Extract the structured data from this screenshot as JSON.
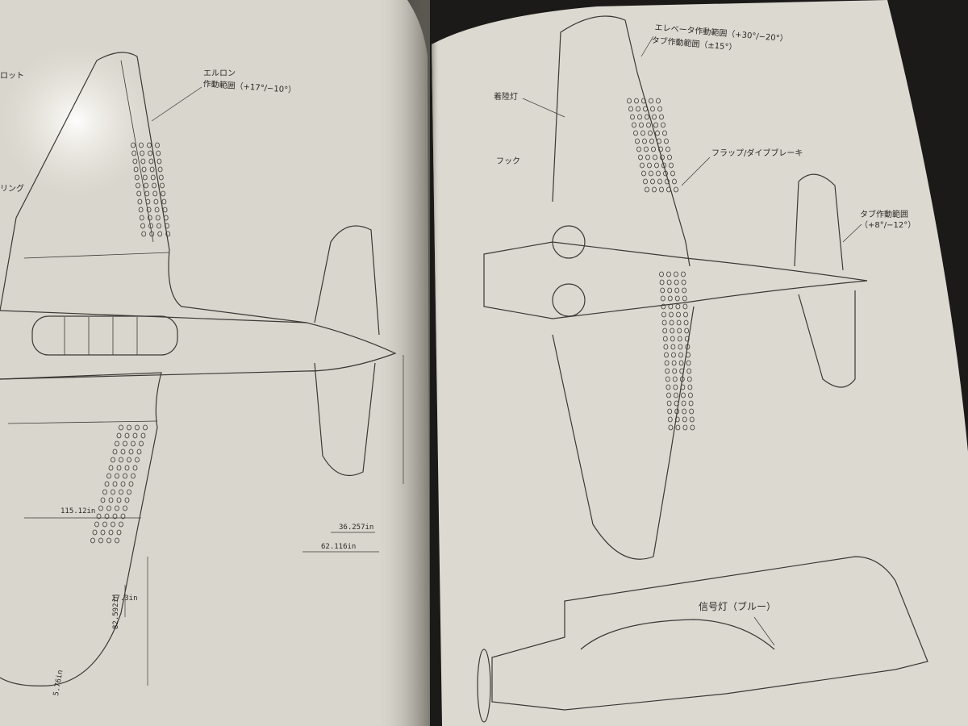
{
  "colors": {
    "background": "#1b1a18",
    "left_page": "#d9d6cd",
    "right_page": "#dcd9d1",
    "ink": "#3a3935",
    "gutter": "#2b2926"
  },
  "left_page": {
    "labels": {
      "aileron": "エルロン",
      "aileron_range": "作動範囲（+17°/−10°）",
      "ring_fragment": "リング",
      "pilot_fragment": "ロット"
    },
    "dimensions": {
      "span_a": "115.12in",
      "tail_a": "36.257in",
      "tail_b": "62.116in",
      "tip_a": "17.3in",
      "tip_b": "82.592in",
      "tip_c": "5.76in"
    }
  },
  "right_page": {
    "labels": {
      "elevator_range": "エレベータ作動範囲（+30°/−20°）",
      "tab_range": "タブ作動範囲（±15°）",
      "landing_light": "着陸灯",
      "hook": "フック",
      "flap": "フラップ/ダイブブレーキ",
      "tab_range_2": "タブ作動範囲",
      "tab_range_2_values": "（+8°/−12°）",
      "signal_light": "信号灯（ブルー）"
    }
  }
}
